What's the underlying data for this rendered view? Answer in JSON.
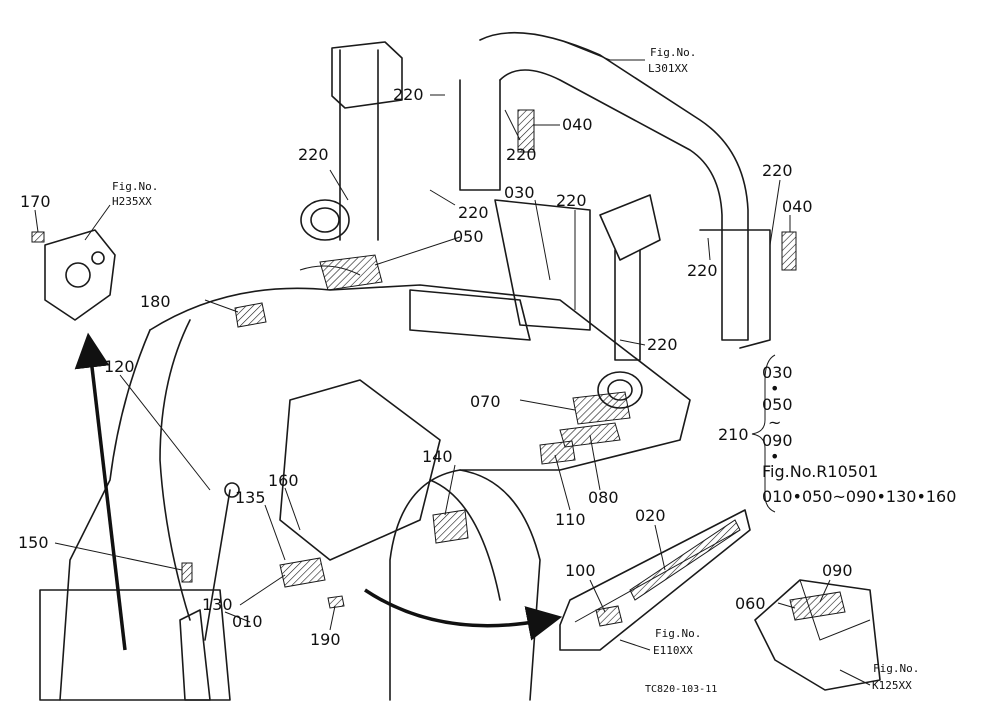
{
  "diagram": {
    "code": "TC820-103-11",
    "fig_refs": [
      {
        "line1": "Fig.No.",
        "line2": "L301XX"
      },
      {
        "line1": "Fig.No.",
        "line2": "H235XX"
      },
      {
        "line1": "Fig.No.",
        "line2": "E110XX"
      },
      {
        "line1": "Fig.No.",
        "line2": "K125XX"
      }
    ],
    "parts": [
      "220",
      "220",
      "040",
      "220",
      "220",
      "030",
      "220",
      "220",
      "040",
      "220",
      "050",
      "170",
      "180",
      "120",
      "220",
      "070",
      "080",
      "110",
      "140",
      "160",
      "135",
      "150",
      "130",
      "010",
      "190",
      "020",
      "100",
      "090",
      "060"
    ],
    "group": {
      "label": "210",
      "items": [
        "030",
        "•",
        "050",
        "~",
        "090",
        "•",
        "Fig.No.R10501",
        "010•050~090•130•160"
      ]
    }
  }
}
